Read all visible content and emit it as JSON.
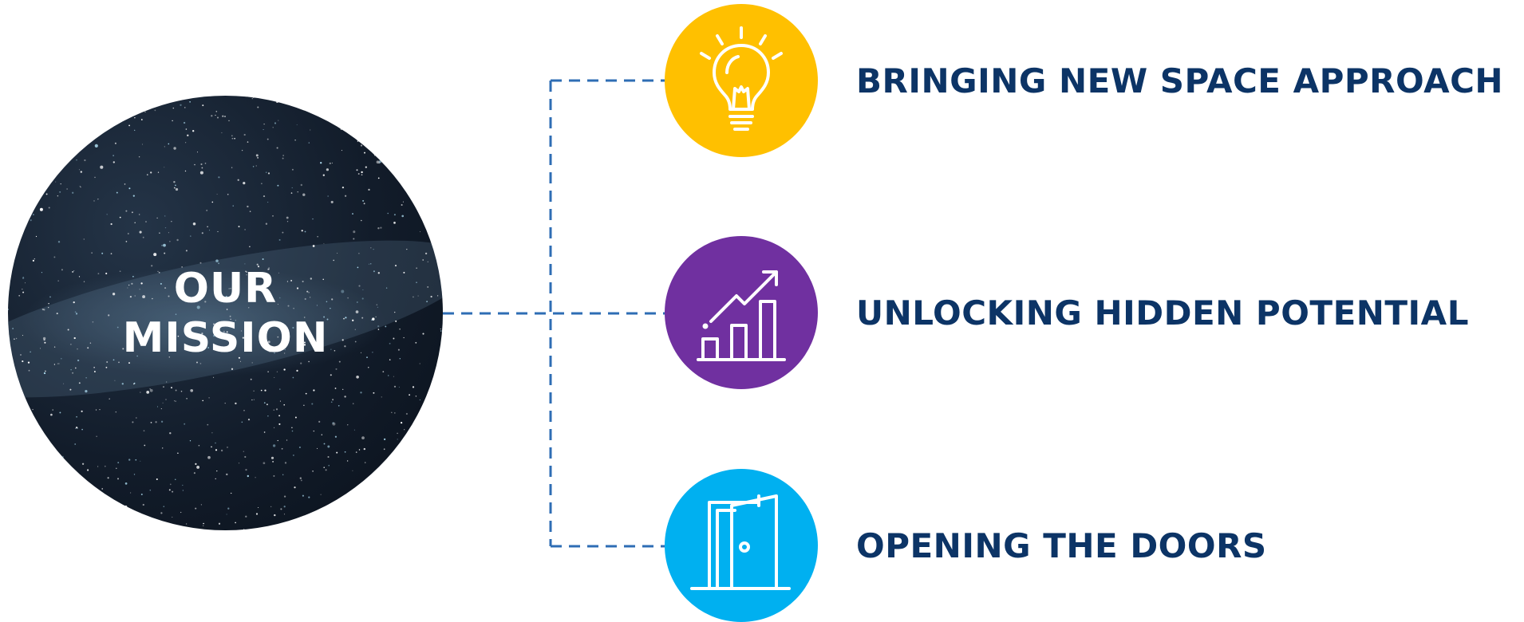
{
  "mission": {
    "title_line1": "OUR",
    "title_line2": "MISSION",
    "background": "starry-night-sky-milky-way"
  },
  "items": [
    {
      "label": "BRINGING NEW SPACE APPROACH",
      "icon": "lightbulb-icon",
      "color": "#FFC000"
    },
    {
      "label": "UNLOCKING HIDDEN POTENTIAL",
      "icon": "growth-chart-icon",
      "color": "#7030A0"
    },
    {
      "label": "OPENING THE DOORS",
      "icon": "open-door-icon",
      "color": "#00B0F0"
    }
  ],
  "colors": {
    "label_text": "#0C3466",
    "connector": "#2E6DB4"
  }
}
